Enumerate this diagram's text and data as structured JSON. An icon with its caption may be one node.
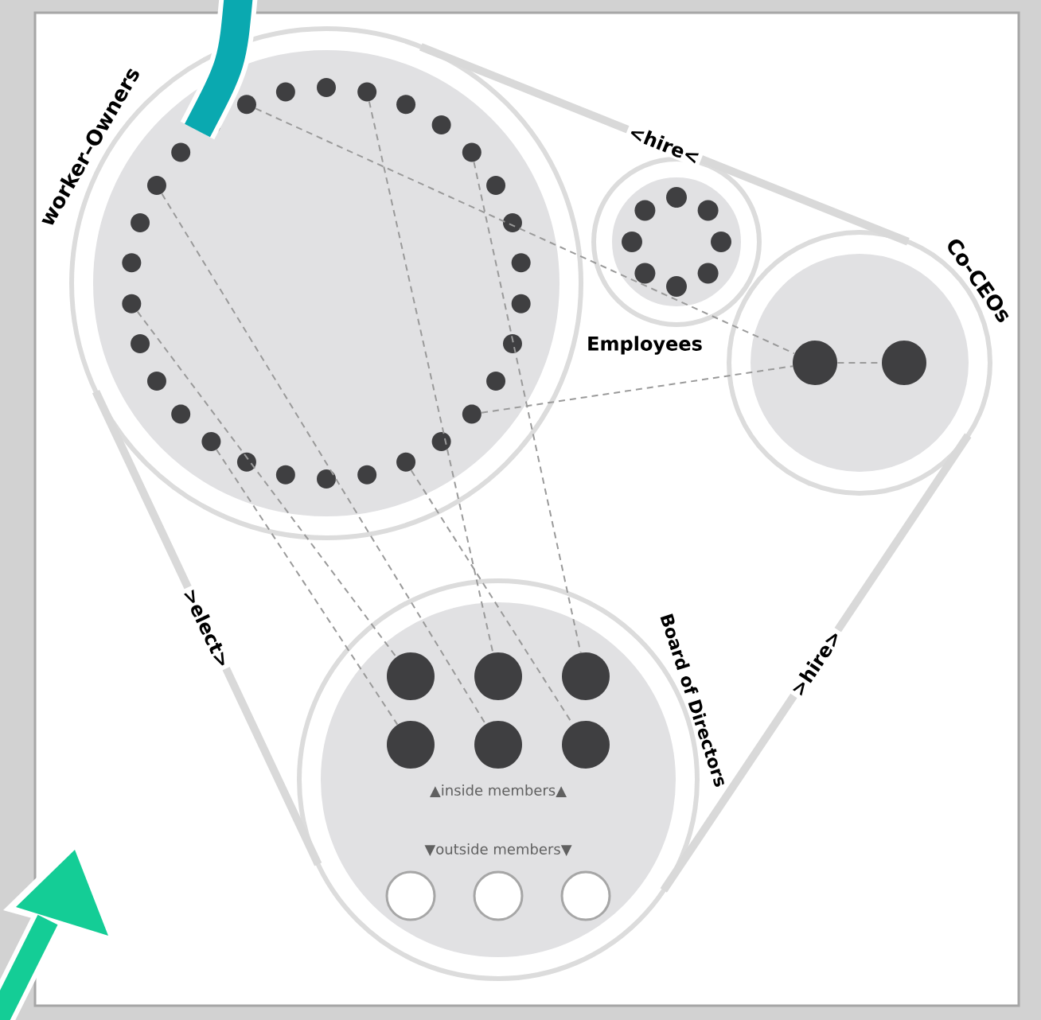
{
  "diagram": {
    "nodes": [
      {
        "text": [
          "worker–Owners"
        ]
      },
      {
        "text": [],
        "shape": "circle",
        "in": 0
      },
      {
        "text": [],
        "shape": "circle",
        "in": 0
      },
      {
        "text": [],
        "shape": "circle",
        "in": 0
      },
      {
        "text": [],
        "shape": "circle",
        "in": 0
      },
      {
        "text": [],
        "shape": "circle",
        "in": 0
      },
      {
        "text": [],
        "shape": "circle",
        "in": 0
      },
      {
        "text": [],
        "shape": "circle",
        "in": 0
      },
      {
        "text": [],
        "shape": "circle",
        "in": 0
      },
      {
        "text": [],
        "shape": "circle",
        "in": 0
      },
      {
        "text": [],
        "shape": "circle",
        "in": 0
      },
      {
        "text": [],
        "shape": "circle",
        "in": 0
      },
      {
        "text": [],
        "shape": "circle",
        "in": 0
      },
      {
        "text": [],
        "shape": "circle",
        "in": 0
      },
      {
        "text": [],
        "shape": "circle",
        "in": 0
      },
      {
        "text": [],
        "shape": "circle",
        "in": 0
      },
      {
        "text": [],
        "shape": "circle",
        "in": 0
      },
      {
        "text": [],
        "shape": "circle",
        "in": 0
      },
      {
        "text": [],
        "shape": "circle",
        "in": 0
      },
      {
        "text": [],
        "shape": "circle",
        "in": 0
      },
      {
        "text": [],
        "shape": "circle",
        "in": 0
      },
      {
        "text": [],
        "shape": "circle",
        "in": 0
      },
      {
        "text": [],
        "shape": "circle",
        "in": 0
      },
      {
        "text": [],
        "shape": "circle",
        "in": 0
      },
      {
        "text": [],
        "shape": "circle",
        "in": 0
      },
      {
        "text": [],
        "shape": "circle",
        "in": 0
      },
      {
        "text": [],
        "shape": "circle",
        "in": 0
      },
      {
        "text": [],
        "shape": "circle",
        "in": 0
      },
      {
        "text": [],
        "shape": "circle",
        "in": 0
      },
      {
        "text": [],
        "shape": "circle",
        "in": 0
      },
      {
        "text": [],
        "shape": "circle",
        "in": 0
      },
      {
        "text": [
          "Employees"
        ]
      },
      {
        "text": [],
        "shape": "circle",
        "in": 31
      },
      {
        "text": [],
        "shape": "circle",
        "in": 31
      },
      {
        "text": [],
        "shape": "circle",
        "in": 31
      },
      {
        "text": [],
        "shape": "circle",
        "in": 31
      },
      {
        "text": [],
        "shape": "circle",
        "in": 31
      },
      {
        "text": [],
        "shape": "circle",
        "in": 31
      },
      {
        "text": [],
        "shape": "circle",
        "in": 31
      },
      {
        "text": [],
        "shape": "circle",
        "in": 31
      },
      {
        "text": [
          "Co-CEOs"
        ]
      },
      {
        "text": [],
        "shape": "circle",
        "in": 40
      },
      {
        "text": [],
        "shape": "circle",
        "in": 40
      },
      {
        "text": [
          "Board of Directors",
          "▲inside members▲",
          "▼outside members▼"
        ]
      },
      {
        "text": [],
        "shape": "circle",
        "in": 43
      },
      {
        "text": [],
        "shape": "circle",
        "in": 43
      },
      {
        "text": [],
        "shape": "circle",
        "in": 43
      },
      {
        "text": [],
        "shape": "circle",
        "in": 43
      },
      {
        "text": [],
        "shape": "circle",
        "in": 43
      },
      {
        "text": [],
        "shape": "circle",
        "in": 43
      },
      {
        "text": [],
        "shape": "circle",
        "in": 43
      },
      {
        "text": [],
        "shape": "circle",
        "in": 43
      },
      {
        "text": [],
        "shape": "circle",
        "in": 43
      }
    ],
    "edges": [
      {
        "from": 0,
        "to": 40,
        "label": "<hire<",
        "arrow": "none",
        "style": "thick",
        "color": "#d9d9d9"
      },
      {
        "from": 0,
        "to": 43,
        "label": ">elect>",
        "arrow": "none",
        "style": "thick",
        "color": "#d9d9d9"
      },
      {
        "from": 43,
        "to": 40,
        "label": ">hire>",
        "arrow": "none",
        "style": "thick",
        "color": "#d9d9d9"
      },
      {
        "from": 29,
        "to": 41,
        "arrow": "none",
        "style": "dashed"
      },
      {
        "from": 12,
        "to": 41,
        "arrow": "none",
        "style": "dashed"
      },
      {
        "from": 41,
        "to": 42,
        "arrow": "none",
        "style": "dashed"
      },
      {
        "from": 2,
        "to": 45,
        "arrow": "none",
        "style": "dashed"
      },
      {
        "from": 5,
        "to": 46,
        "arrow": "none",
        "style": "dashed"
      },
      {
        "from": 23,
        "to": 44,
        "arrow": "none",
        "style": "dashed"
      },
      {
        "from": 26,
        "to": 48,
        "arrow": "none",
        "style": "dashed"
      },
      {
        "from": 19,
        "to": 47,
        "arrow": "none",
        "style": "dashed"
      },
      {
        "from": 14,
        "to": 49,
        "arrow": "none",
        "style": "dashed"
      }
    ]
  }
}
